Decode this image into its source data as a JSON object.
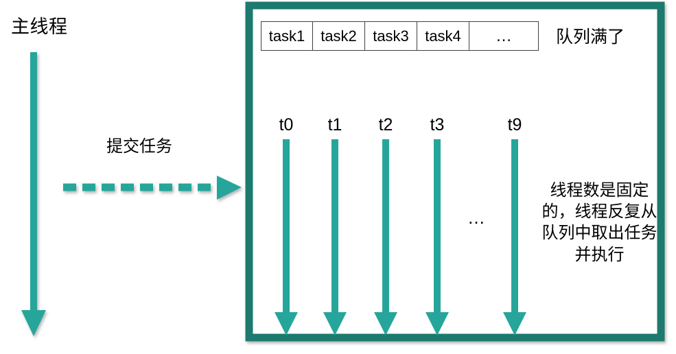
{
  "diagram": {
    "title_main_thread": "主线程",
    "submit_label": "提交任务",
    "queue_full_label": "队列满了",
    "thread_note": "线程数是固定的，线程反复从队列中取出任务并执行",
    "ellipsis": "…",
    "middle_ellipsis": "…",
    "colors": {
      "arrow_teal": "#26A69A",
      "border_teal": "#1B7A6E",
      "box_border": "#3f3f3f",
      "text": "#000000",
      "background": "#ffffff"
    }
  },
  "queue": {
    "tasks": [
      {
        "label": "task1"
      },
      {
        "label": "task2"
      },
      {
        "label": "task3"
      },
      {
        "label": "task4"
      },
      {
        "label": "…"
      }
    ]
  },
  "threads": {
    "items": [
      {
        "label": "t0"
      },
      {
        "label": "t1"
      },
      {
        "label": "t2"
      },
      {
        "label": "t3"
      },
      {
        "label": "t9"
      }
    ]
  }
}
